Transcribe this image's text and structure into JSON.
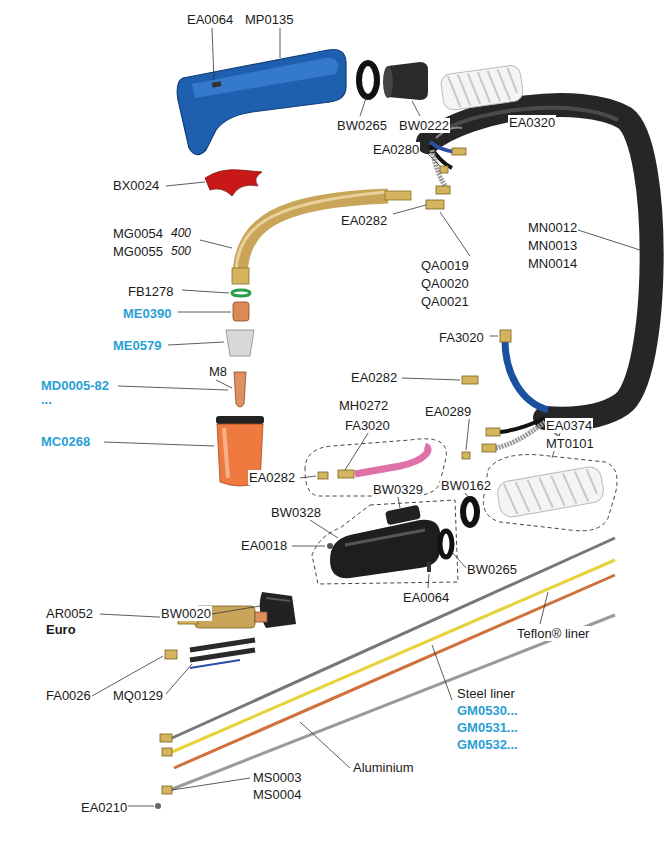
{
  "diagram": {
    "labels": [
      "EA0064",
      "MP0135",
      "BW0265",
      "BW0222",
      "EA0320",
      "EA0280",
      "BX0024",
      "EA0282",
      "MG0054",
      "400",
      "MG0055",
      "500",
      "QA0019",
      "QA0020",
      "QA0021",
      "MN0012",
      "MN0013",
      "MN0014",
      "FB1278",
      "ME0390",
      "ME0579",
      "M8",
      "MD0005-82",
      "...",
      "MC0268",
      "FA3020",
      "EA0282",
      "MH0272",
      "EA0289",
      "FA3020",
      "EA0374",
      "MT0101",
      "EA0282",
      "BW0329",
      "BW0162",
      "BW0328",
      "EA0018",
      "BW0265",
      "EA0064",
      "AR0052",
      "Euro",
      "BW0020",
      "FA0026",
      "MQ0129",
      "Teflon® liner",
      "Steel liner",
      "GM0530...",
      "GM0531...",
      "GM0532...",
      "Aluminium",
      "EA0210",
      "MS0003",
      "MS0004"
    ]
  }
}
